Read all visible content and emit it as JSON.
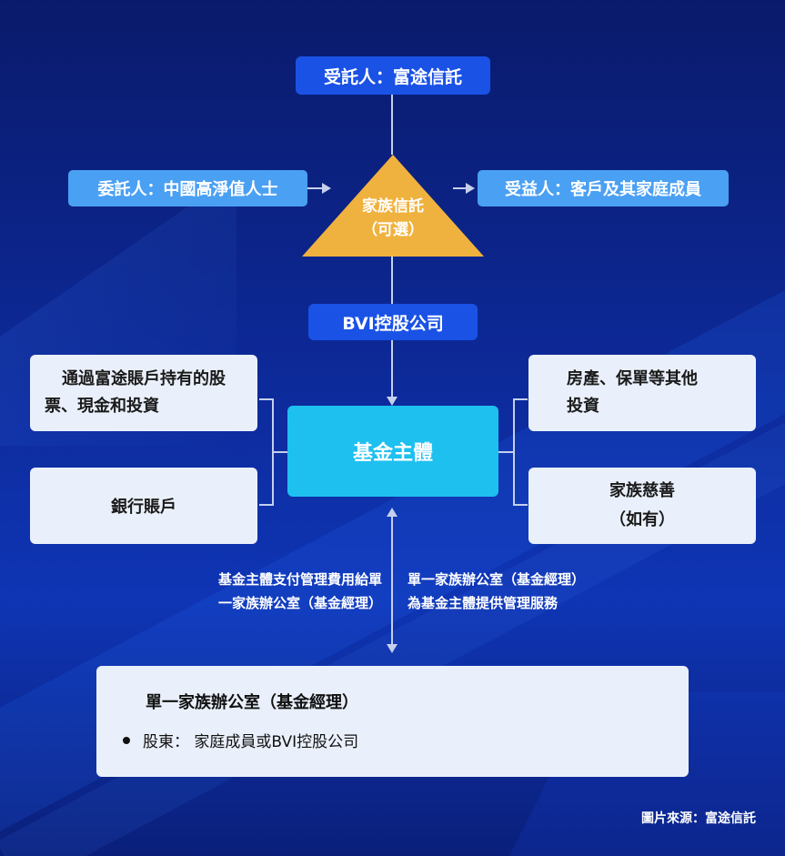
{
  "trustee": "受託人：富途信託",
  "settlor": "委託人：中國高淨值人士",
  "beneficiary": "受益人：客戶及其家庭成員",
  "trust": {
    "line1": "家族信託",
    "line2": "（可選）"
  },
  "bvi_holding": "BVI控股公司",
  "fund_entity": "基金主體",
  "assets_left": [
    {
      "line1": "通過富途賬戶持有的股",
      "line2": "票、現金和投資"
    },
    {
      "line1": "銀行賬戶",
      "line2": ""
    }
  ],
  "assets_right": [
    {
      "line1": "房產、保單等其他",
      "line2": "投資"
    },
    {
      "line1": "家族慈善",
      "line2": "（如有）"
    }
  ],
  "caption_left": {
    "line1": "基金主體支付管理費用給單",
    "line2": "一家族辦公室（基金經理）"
  },
  "caption_right": {
    "line1": "單一家族辦公室（基金經理）",
    "line2": "為基金主體提供管理服務"
  },
  "manager": {
    "title": "單一家族辦公室（基金經理）",
    "shareholder": "股東： 家庭成員或BVI控股公司"
  },
  "source": "圖片來源：富途信託",
  "colors": {
    "dark_pill": "#1a52e6",
    "light_pill": "#4aa0f3",
    "fund": "#1ec0f0",
    "triangle": "#f0b23e",
    "box": "#eaf0fb"
  }
}
